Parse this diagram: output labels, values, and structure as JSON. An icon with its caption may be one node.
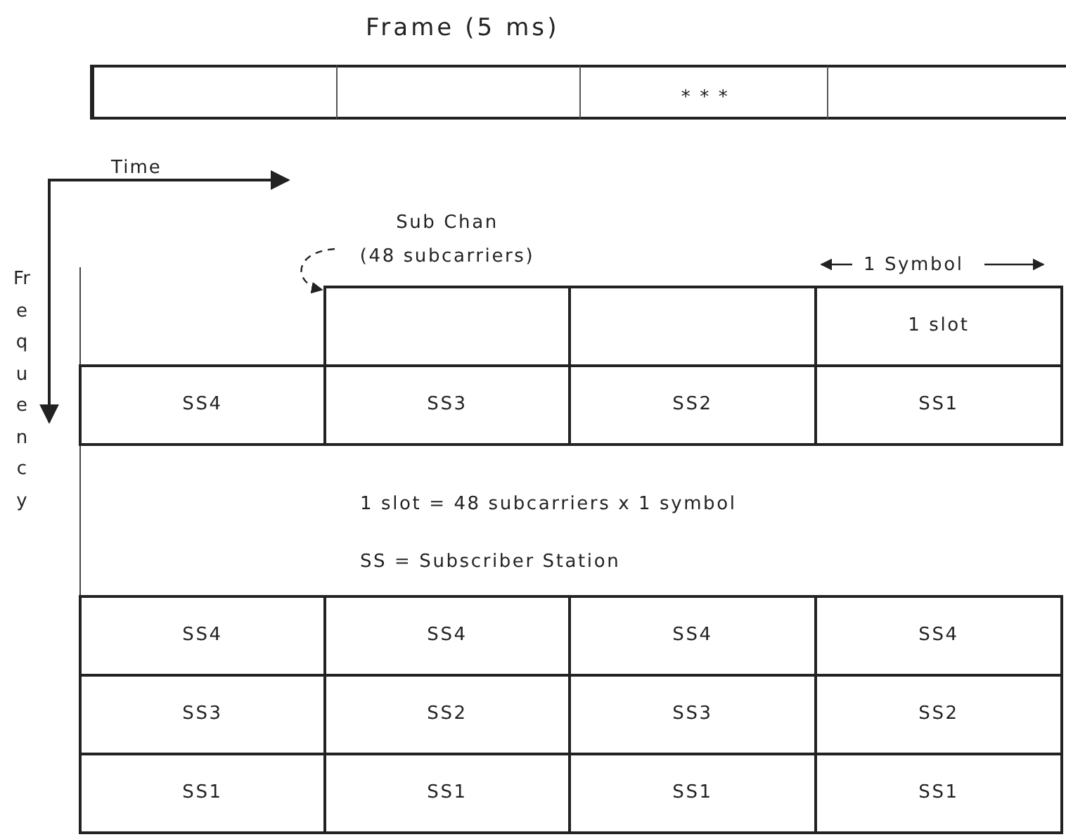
{
  "diagram": {
    "title": "Frame (5 ms)",
    "nodes": [
      {
        "text": [],
        "shape": "box"
      },
      {
        "text": [],
        "shape": "box"
      },
      {
        "text": [
          "* * *"
        ]
      },
      {
        "text": [],
        "shape": "box"
      },
      {
        "text": [
          "Sub Chan",
          "(48 subcarriers)"
        ]
      },
      {
        "text": [],
        "shape": "box"
      },
      {
        "text": [],
        "shape": "box"
      },
      {
        "text": [
          "1 slot"
        ]
      },
      {
        "text": [
          "SS4"
        ]
      },
      {
        "text": [
          "SS3"
        ]
      },
      {
        "text": [
          "SS2"
        ]
      },
      {
        "text": [
          "SS1"
        ]
      },
      {
        "text": [
          "SS4"
        ]
      },
      {
        "text": [
          "SS4"
        ]
      },
      {
        "text": [
          "SS4"
        ]
      },
      {
        "text": [
          "SS4"
        ]
      },
      {
        "text": [
          "SS3"
        ]
      },
      {
        "text": [
          "SS2"
        ]
      },
      {
        "text": [
          "SS3"
        ]
      },
      {
        "text": [
          "SS2"
        ]
      },
      {
        "text": [
          "SS1"
        ]
      },
      {
        "text": [
          "SS1"
        ]
      },
      {
        "text": [
          "SS1"
        ]
      },
      {
        "text": [
          "SS1"
        ]
      }
    ],
    "edges": [
      {
        "from": 4,
        "to": 5,
        "arrow": "to",
        "style": "dashed"
      }
    ],
    "labels": [
      "Time",
      "Frequency",
      "1 Symbol",
      "1 slot = 48 subcarriers x 1 symbol",
      "SS = Subscriber Station"
    ]
  }
}
